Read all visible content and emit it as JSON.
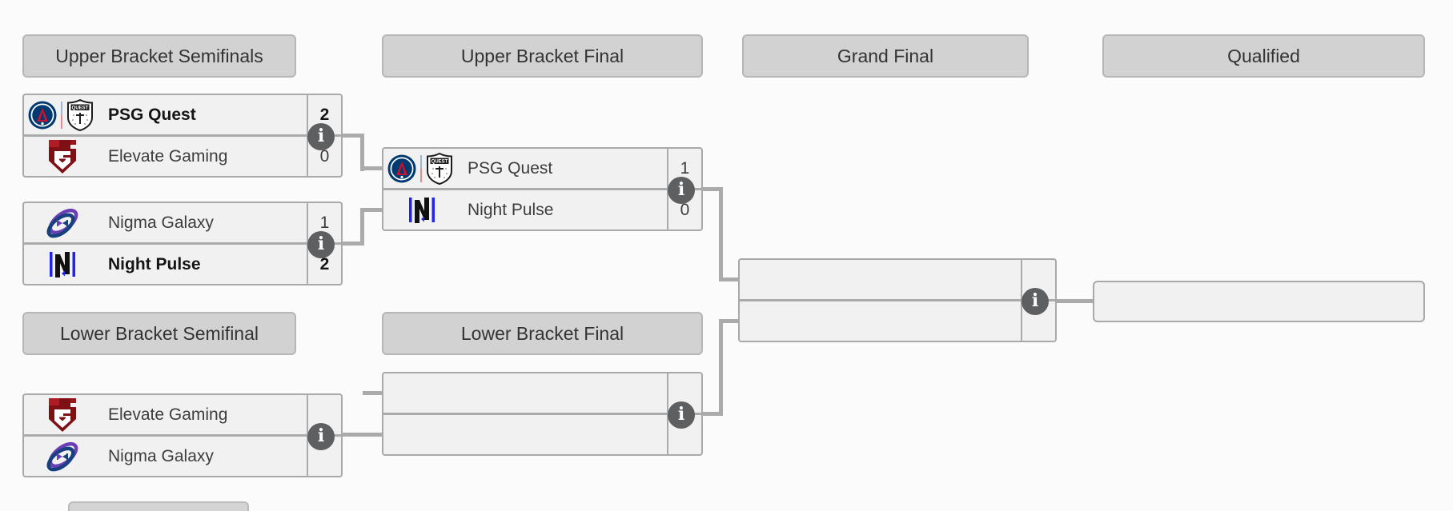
{
  "page": {
    "title": "Tournament Playoff Bracket",
    "background_color": "#fbfbfb",
    "header_bg_color": "#d2d2d2",
    "match_bg_color": "#f1f1f1",
    "border_color": "#a9a9a9",
    "connector_color": "#ababab",
    "winner_text_color": "#151515",
    "info_icon_bg_color": "#5e5f61"
  },
  "icons": {
    "info_glyph": "i",
    "quest_label": "QUEST"
  },
  "headers": {
    "upper_semifinals": "Upper Bracket Semifinals",
    "upper_final": "Upper Bracket Final",
    "grand_final": "Grand Final",
    "qualified": "Qualified",
    "lower_semifinal": "Lower Bracket Semifinal",
    "lower_final": "Lower Bracket Final"
  },
  "matches": {
    "upper_semifinal_1": {
      "team1": {
        "name": "PSG Quest",
        "score": "2",
        "winner": true,
        "logos": [
          "psg-crest",
          "quest-shield"
        ]
      },
      "team2": {
        "name": "Elevate Gaming",
        "score": "0",
        "winner": false,
        "logos": [
          "elevate-gaming"
        ]
      }
    },
    "upper_semifinal_2": {
      "team1": {
        "name": "Nigma Galaxy",
        "score": "1",
        "winner": false,
        "logos": [
          "nigma-galaxy"
        ]
      },
      "team2": {
        "name": "Night Pulse",
        "score": "2",
        "winner": true,
        "logos": [
          "night-pulse"
        ]
      }
    },
    "upper_final": {
      "team1": {
        "name": "PSG Quest",
        "score": "1",
        "winner": false,
        "logos": [
          "psg-crest",
          "quest-shield"
        ]
      },
      "team2": {
        "name": "Night Pulse",
        "score": "0",
        "winner": false,
        "logos": [
          "night-pulse"
        ]
      }
    },
    "lower_semifinal": {
      "team1": {
        "name": "Elevate Gaming",
        "score": "",
        "winner": false,
        "logos": [
          "elevate-gaming"
        ]
      },
      "team2": {
        "name": "Nigma Galaxy",
        "score": "",
        "winner": false,
        "logos": [
          "nigma-galaxy"
        ]
      }
    },
    "lower_final": {
      "team1": {
        "name": "",
        "score": "",
        "winner": false,
        "logos": []
      },
      "team2": {
        "name": "",
        "score": "",
        "winner": false,
        "logos": []
      }
    },
    "grand_final": {
      "team1": {
        "name": "",
        "score": "",
        "winner": false,
        "logos": []
      },
      "team2": {
        "name": "",
        "score": "",
        "winner": false,
        "logos": []
      }
    },
    "qualified_slot": {
      "name": ""
    }
  }
}
